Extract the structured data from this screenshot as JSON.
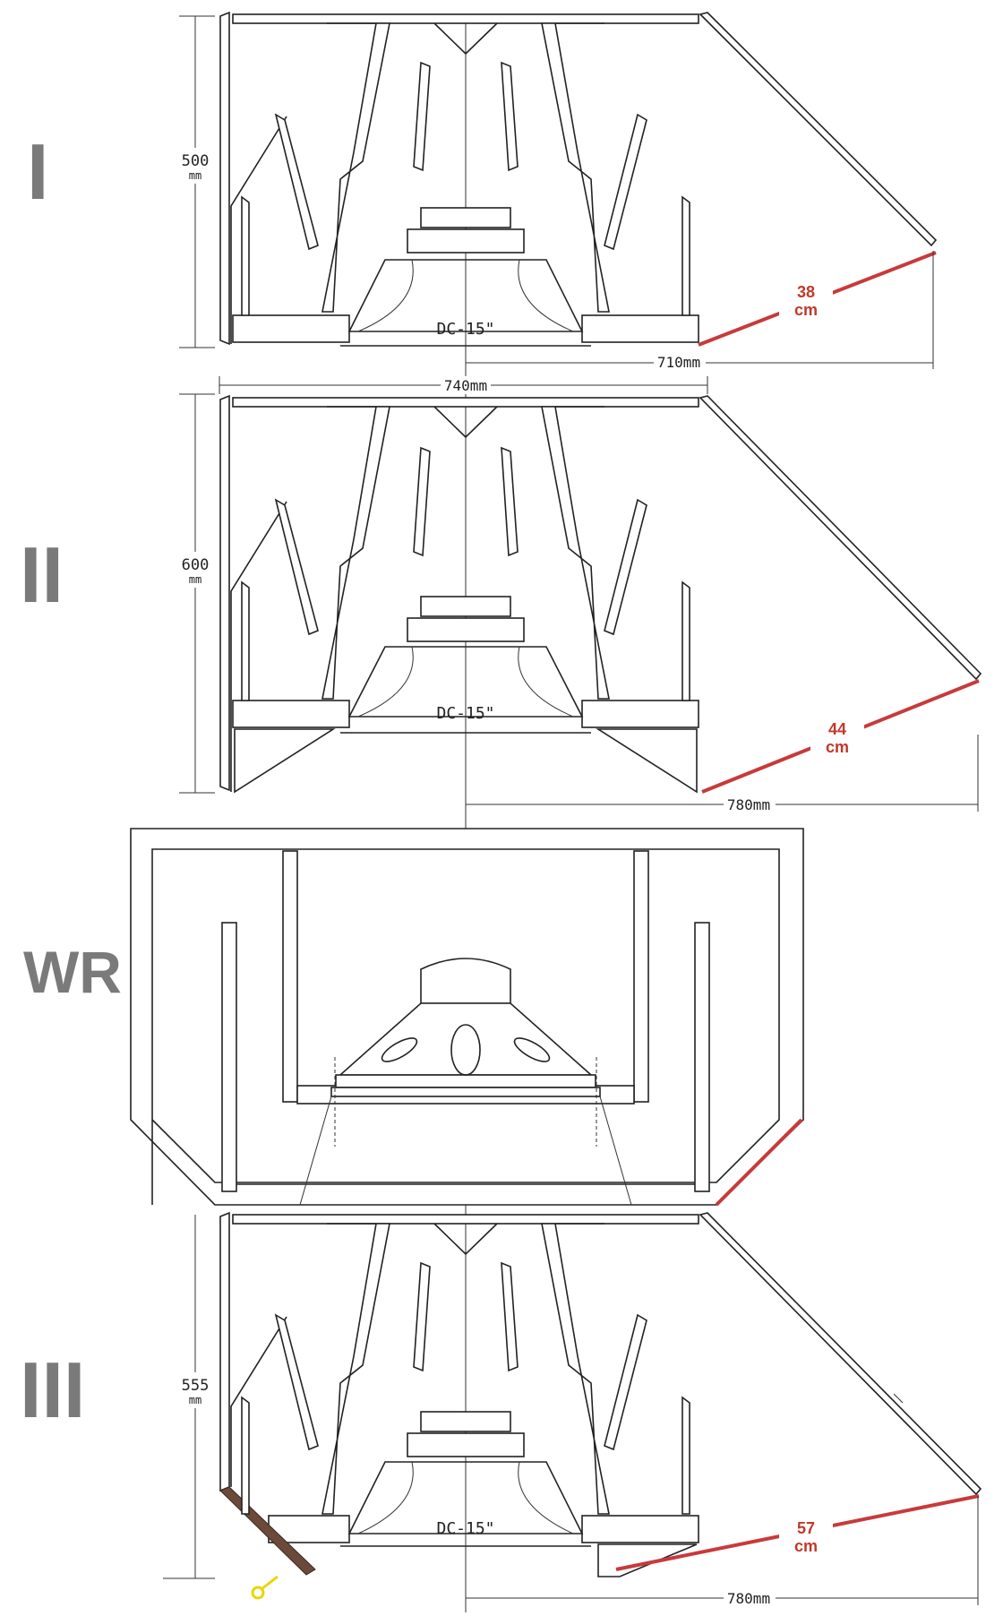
{
  "sections": {
    "s1": {
      "numeral": "I",
      "height": "500",
      "unit": "mm",
      "driver": "DC-15\"",
      "diagonal": "38",
      "diagonal_unit": "cm",
      "depth": "710mm"
    },
    "s2": {
      "numeral": "II",
      "height": "600",
      "unit": "mm",
      "driver": "DC-15\"",
      "diagonal": "44",
      "diagonal_unit": "cm",
      "depth": "780mm",
      "width": "740mm"
    },
    "wr": {
      "numeral": "WR"
    },
    "s3": {
      "numeral": "III",
      "height": "555",
      "unit": "mm",
      "driver": "DC-15\"",
      "diagonal": "57",
      "diagonal_unit": "cm",
      "depth": "780mm"
    }
  },
  "colors": {
    "numeral": "#7a7a7a",
    "accent": "#c0392b",
    "line": "#222222",
    "marker": "#e6d800",
    "panel": "#6b4a3a"
  }
}
